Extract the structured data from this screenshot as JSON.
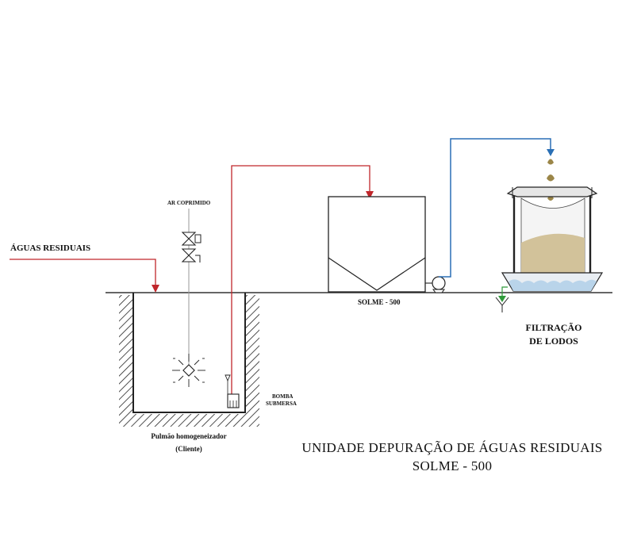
{
  "labels": {
    "aguas_residuais": "ÁGUAS RESIDUAIS",
    "ar_comprimido": "AR COPRIMIDO",
    "solme_tank": "SOLME - 500",
    "filtracao_line1": "FILTRAÇÃO",
    "filtracao_line2": "DE LODOS",
    "bomba_line1": "BOMBA",
    "bomba_line2": "SUBMERSA",
    "pulmao_line1": "Pulmão homogeneizador",
    "pulmao_line2": "(Cliente)"
  },
  "title": {
    "line1": "UNIDADE  DEPURAÇÃO DE ÁGUAS RESIDUAIS",
    "line2": "SOLME - 500"
  },
  "colors": {
    "wastewater_line": "#c0262b",
    "pump_line": "#c0262b",
    "sludge_line": "#2a6fb5",
    "filtrate_line": "#2f9a3a",
    "air_line": "#9a9a9a",
    "sludge_fill": "#d2c29a",
    "ground": "#333333"
  }
}
